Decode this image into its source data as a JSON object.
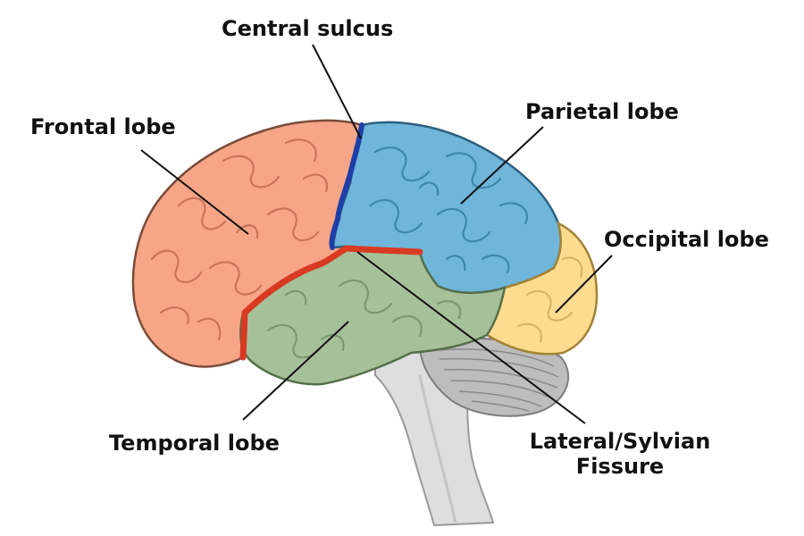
{
  "labels": {
    "central_sulcus": "Central sulcus",
    "frontal_lobe": "Frontal lobe",
    "parietal_lobe": "Parietal lobe",
    "occipital_lobe": "Occipital lobe",
    "temporal_lobe": "Temporal lobe",
    "lateral_fissure_line1": "Lateral/Sylvian",
    "lateral_fissure_line2": "Fissure"
  },
  "colors": {
    "frontal": "#f7a587",
    "parietal": "#6fb6da",
    "occipital": "#fddc8f",
    "temporal": "#a6c19a",
    "cerebellum": "#bdbdbd",
    "brainstem": "#dedede",
    "central_sulcus_line": "#1f3fa8",
    "lateral_fissure_line": "#d83a22",
    "pointer_line": "#111111"
  }
}
